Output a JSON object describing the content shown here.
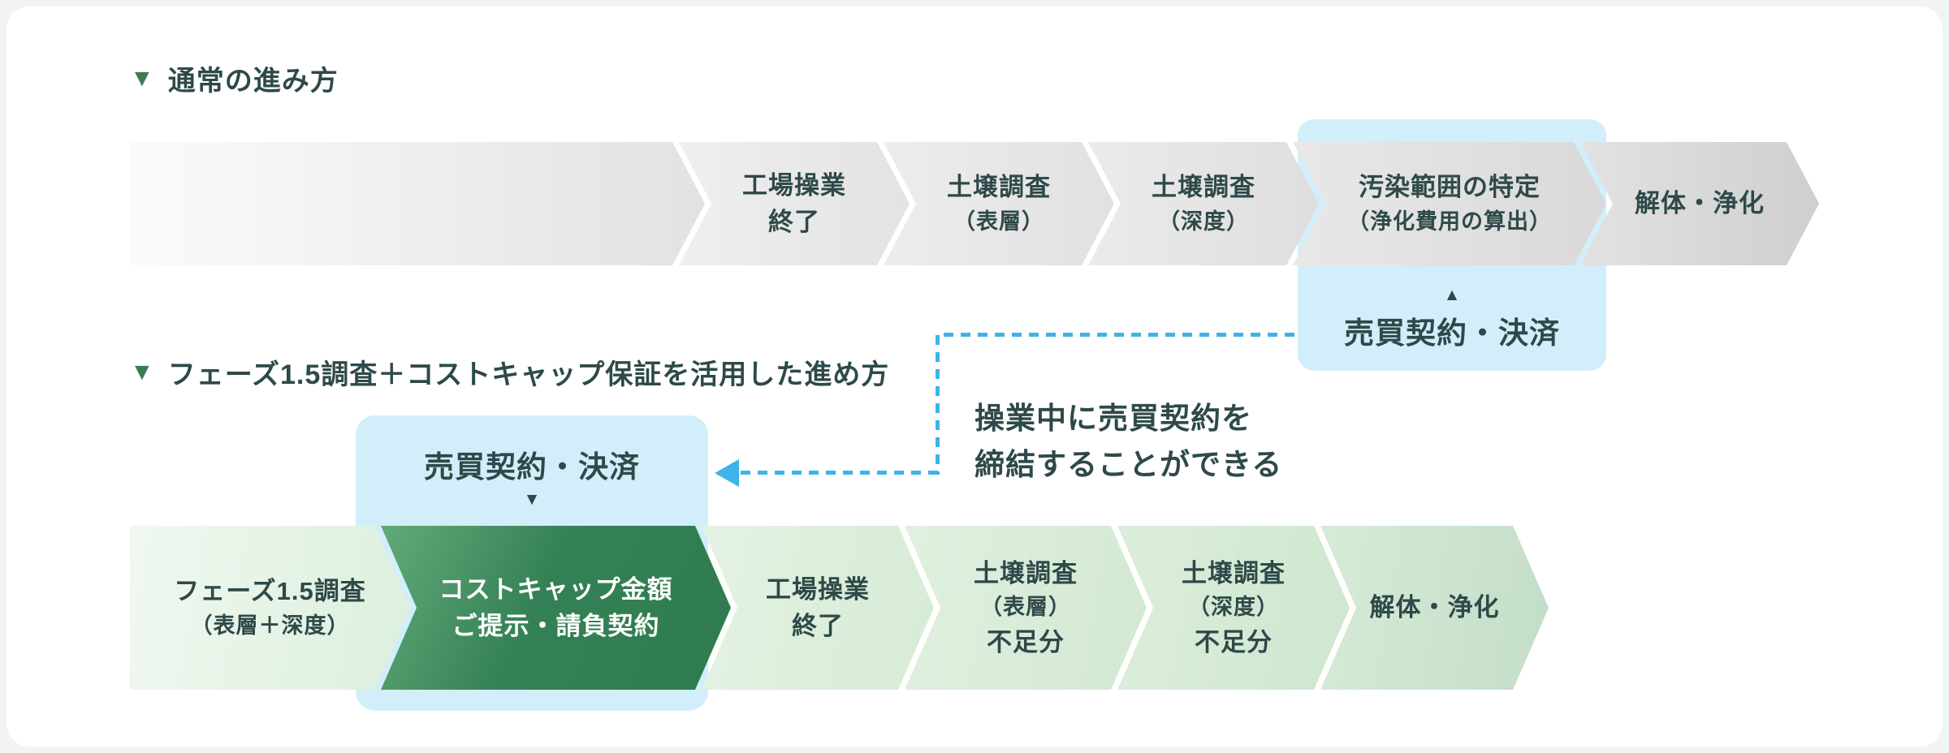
{
  "colors": {
    "card_bg": "#ffffff",
    "page_bg": "#f2f4f4",
    "title_marker_green": "#3e7b54",
    "text_dark": "#2e4949",
    "highlight_blue": "#d2eefa",
    "dash_arrow_blue": "#3eb3e8",
    "deep_green": "#2f7e4e",
    "light_green": "#d6ebd6",
    "gray_flow": "#e2e2e2"
  },
  "section_top": {
    "marker": "▼",
    "title": "通常の進み方",
    "steps": [
      {},
      {
        "l1": "工場操業",
        "l2": "終了"
      },
      {
        "l1": "土壌調査",
        "l2": "（表層）"
      },
      {
        "l1": "土壌調査",
        "l2": "（深度）"
      },
      {
        "l1": "汚染範囲の特定",
        "l2": "（浄化費用の算出）"
      },
      {
        "l1": "解体・浄化"
      }
    ],
    "highlight_box": {
      "marker": "▲",
      "label": "売買契約・決済"
    }
  },
  "section_bottom": {
    "marker": "▼",
    "title": "フェーズ1.5調査＋コストキャップ保証を活用した進め方",
    "steps": [
      {
        "l1": "フェーズ1.5調査",
        "l2": "（表層＋深度）"
      },
      {
        "l1": "コストキャップ金額",
        "l2": "ご提示・請負契約"
      },
      {
        "l1": "工場操業",
        "l2": "終了"
      },
      {
        "l1": "土壌調査",
        "l2": "（表層）",
        "l3": "不足分"
      },
      {
        "l1": "土壌調査",
        "l2": "（深度）",
        "l3": "不足分"
      },
      {
        "l1": "解体・浄化"
      }
    ],
    "highlight_box": {
      "label": "売買契約・決済",
      "marker": "▼"
    }
  },
  "annotation": {
    "line1": "操業中に売買契約を",
    "line2": "締結することができる"
  }
}
